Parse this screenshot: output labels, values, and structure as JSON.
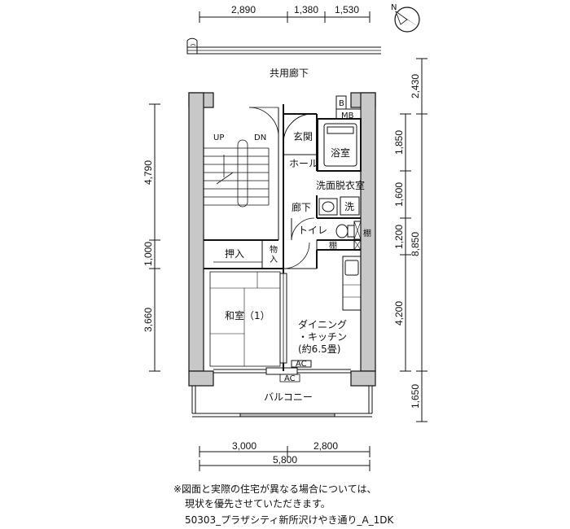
{
  "dimensions": {
    "top": [
      "2,890",
      "1,380",
      "1,530"
    ],
    "bottom": [
      "3,000",
      "2,800"
    ],
    "bottom_total": "5,800",
    "left": [
      "4,790",
      "1,000",
      "3,660"
    ],
    "right_inner": [
      "1,850",
      "1,600",
      "1,200",
      "4,200"
    ],
    "right_outer": [
      "2,430",
      "8,850",
      "1,650"
    ]
  },
  "labels": {
    "corridor": "共用廊下",
    "balcony": "バルコニー",
    "up": "UP",
    "down": "DN",
    "entrance": "玄関",
    "hall": "ホール",
    "bathroom": "浴室",
    "washroom": "洗面脱衣室",
    "hallway": "廊下",
    "wash": "洗",
    "toilet": "トイレ",
    "shelf1": "棚",
    "shelf2": "棚",
    "closet": "押入",
    "storage_l1": "物",
    "storage_l2": "入",
    "japanese_room": "和室（1）",
    "dk_l1": "ダイニング",
    "dk_l2": "・キッチン",
    "dk_l3": "(約6.5畳)",
    "ac1": "AC",
    "ac2": "AC",
    "mb": "MB",
    "b": "B",
    "north": "N"
  },
  "note": {
    "line1": "※図面と実際の住宅が異なる場合については、",
    "line2": "現状を優先させていただきます。"
  },
  "caption": "50303_プラザシティ新所沢けやき通り_A_1DK"
}
